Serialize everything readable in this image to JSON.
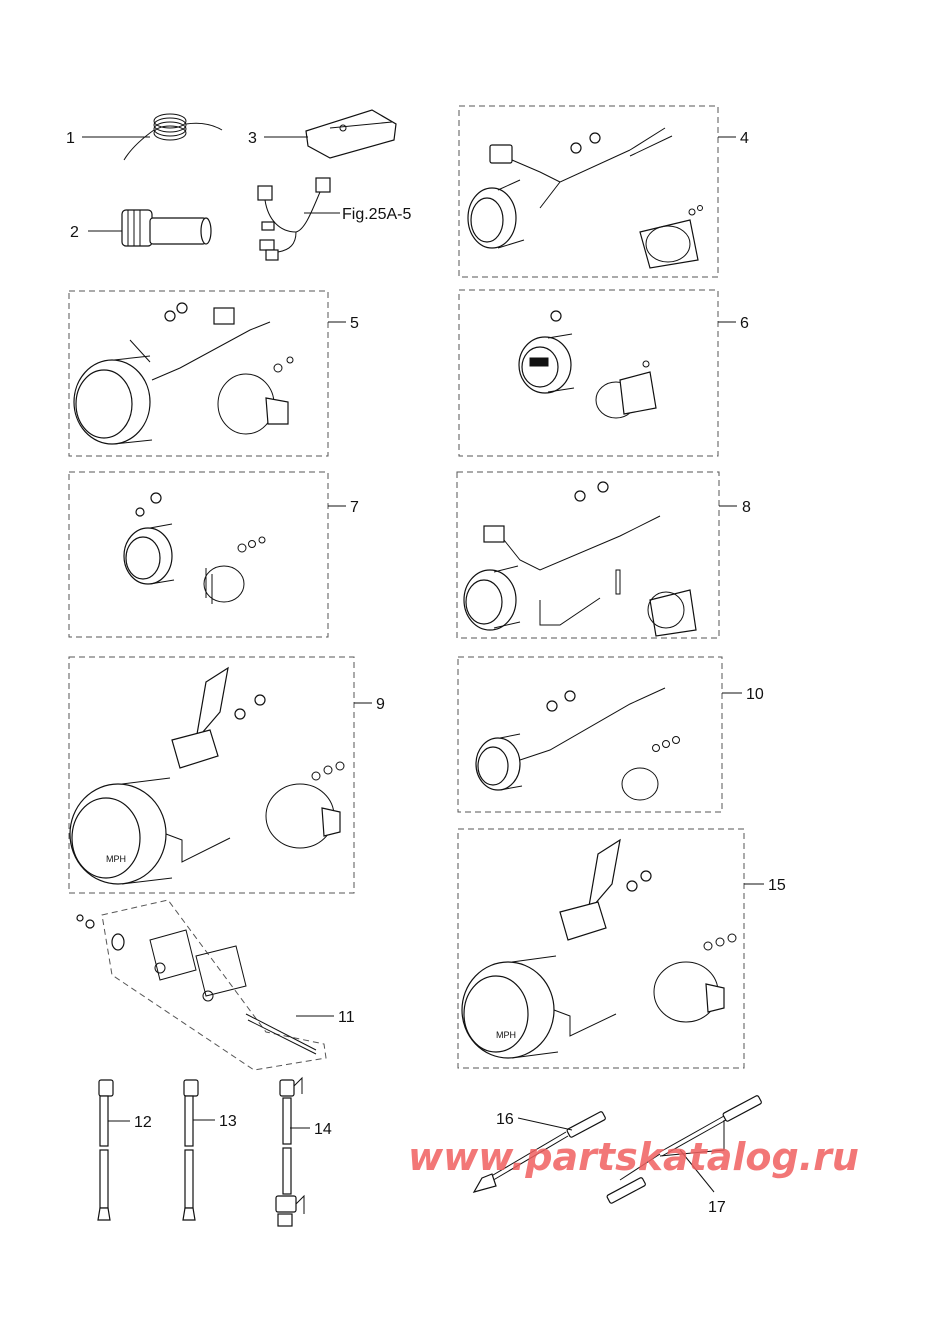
{
  "callouts": {
    "c1": "1",
    "c2": "2",
    "c3": "3",
    "fig": "Fig.25A-5",
    "c4": "4",
    "c5": "5",
    "c6": "6",
    "c7": "7",
    "c8": "8",
    "c9": "9",
    "c10": "10",
    "c11": "11",
    "c12": "12",
    "c13": "13",
    "c14": "14",
    "c15": "15",
    "c16": "16",
    "c17": "17"
  },
  "gauge_text": {
    "mph": "MPH"
  },
  "watermark": "www.partskatalog.ru"
}
